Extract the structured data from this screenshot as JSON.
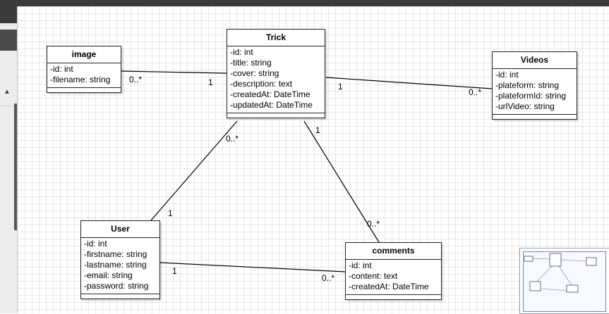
{
  "classes": {
    "image": {
      "name": "image",
      "attributes": [
        "-id: int",
        "-filename: string"
      ]
    },
    "trick": {
      "name": "Trick",
      "attributes": [
        "-id: int",
        "-title: string",
        "-cover: string",
        "-description: text",
        "-createdAt: DateTime",
        "-updatedAt: DateTime"
      ]
    },
    "videos": {
      "name": "Videos",
      "attributes": [
        "-id: int",
        "-plateform: string",
        "-plateformId: string",
        "-urlVideo: string"
      ]
    },
    "user": {
      "name": "User",
      "attributes": [
        "-id: int",
        "-firstname: string",
        "-lastname: string",
        "-email: string",
        "-password: string"
      ]
    },
    "comments": {
      "name": "comments",
      "attributes": [
        "-id: int",
        "-content: text",
        "-createdAt: DateTime"
      ]
    }
  },
  "associations": [
    {
      "from": "image",
      "to": "trick",
      "from_mult": "0..*",
      "to_mult": "1"
    },
    {
      "from": "trick",
      "to": "videos",
      "from_mult": "1",
      "to_mult": "0..*"
    },
    {
      "from": "trick",
      "to": "user",
      "from_mult": "0..*",
      "to_mult": "1"
    },
    {
      "from": "trick",
      "to": "comments",
      "from_mult": "1",
      "to_mult": "0..*"
    },
    {
      "from": "user",
      "to": "comments",
      "from_mult": "1",
      "to_mult": "0..*"
    }
  ],
  "scroll_up_glyph": "▲"
}
